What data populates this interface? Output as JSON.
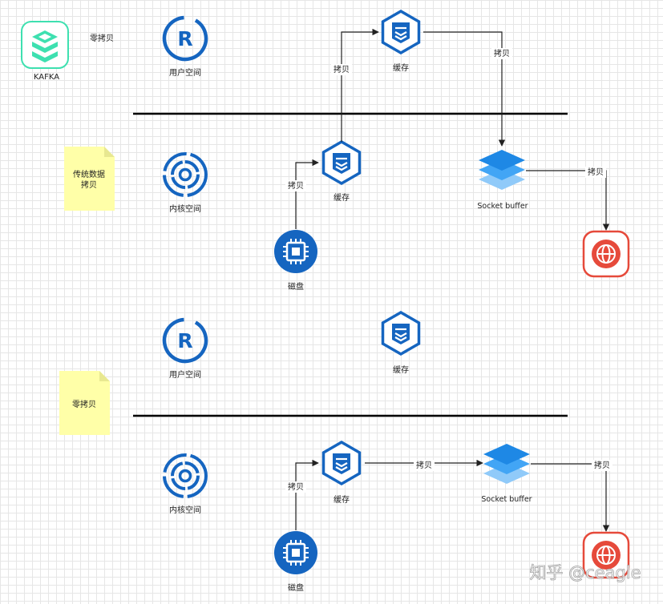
{
  "header": {
    "kafka_label": "KAFKA",
    "zero_copy_title": "零拷贝"
  },
  "notes": {
    "traditional": "传统数据\n拷贝",
    "zero_copy": "零拷贝"
  },
  "section_labels": {
    "user_space": "用户空间",
    "kernel_space": "内核空间"
  },
  "node_labels": {
    "cache": "缓存",
    "disk": "磁盘",
    "socket_buffer": "Socket buffer"
  },
  "edge_label": "拷贝",
  "watermark": "知乎 @ceagle",
  "colors": {
    "primary_blue": "#1565c0",
    "layer_blue": "#2196f3",
    "globe_red": "#e64a3b",
    "kafka_teal": "#3ee0b0",
    "note_yellow": "#ffffa8"
  }
}
